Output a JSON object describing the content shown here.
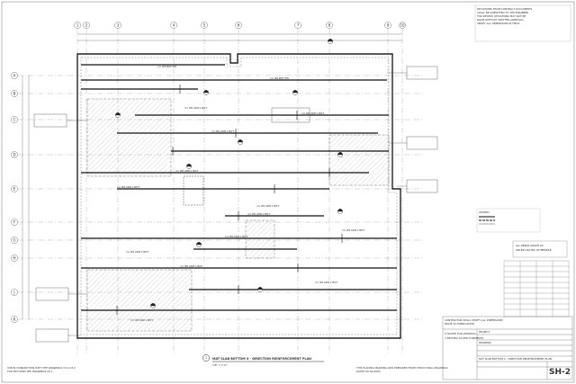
{
  "grid": {
    "top": [
      "1",
      "2",
      "3",
      "4",
      "5",
      "6",
      "7",
      "8",
      "9",
      "10"
    ],
    "left": [
      "A",
      "B",
      "C",
      "D",
      "E",
      "F",
      "G",
      "H",
      "J",
      "K"
    ]
  },
  "plan": {
    "number": "1",
    "title": "MAT SLAB BOTTOM X - DIRECTION REINFORCEMENT PLAN",
    "scale": "1/8\" = 1'-0\""
  },
  "callouts": [
    "(1) #8 BOT EW",
    "(1) #8 BOT EW",
    "(1) #8 ADD'L BOT",
    "(1) #8 ADD'L BOT",
    "(1) #8 ADD'L BOT",
    "(1) #8 ADD'L BOT",
    "(1) #8 ADD'L BOT",
    "(1) #8 ADD'L BOT",
    "(1) #8 ADD'L BOT",
    "(1) #8 ADD'L BOT",
    "(1) #8 ADD'L BOT",
    "(1) #8 ADD'L BOT",
    "(1) #8 ADD'L BOT",
    "(1) #8 ADD'L BOT",
    "(1) #8 ADD'L BOT"
  ],
  "notes": {
    "bottom_left": [
      "USE IN CONJUNCTION WITH THE DRAWINGS S3.1-S3.2",
      "FOR SECTIONS SEE DRAWINGS S5.1"
    ],
    "bottom_mid": [
      "THIS PLACING DRAWING WAS PREPARED FROM STRUCTURAL DRAWINGS",
      "DATED 00-00-0000"
    ],
    "right_top": [
      "DEVIATIONS FROM CONTRACT DOCUMENTS",
      "SHALL BE SUBMITTED TO THE ENGINEER",
      "FOR REVIEW. DEVIATIONS MAY NOT BE",
      "MADE WITHOUT WRITTEN APPROVAL.",
      "VERIFY ALL DIMENSIONS IN FIELD."
    ]
  },
  "legend": {
    "title": "LEGEND:"
  },
  "remarks": [
    "ALL REBAR GRADE 60",
    "UNLESS NOTED OTHERWISE"
  ],
  "titleblock": {
    "note": [
      "CONTRACTOR SHALL VERIFY ALL DIMENSIONS",
      "PRIOR TO FABRICATION"
    ],
    "project": "PROJECT:",
    "drawing": "DRAWING:",
    "description": "MAT SLAB BOTTOM X - DIRECTION REINFORCEMENT PLAN",
    "revisions": [
      "0  ISSUED FOR APPROVAL",
      "1  REVISED AS PER COMMENTS"
    ],
    "sheet": "SH-2"
  }
}
